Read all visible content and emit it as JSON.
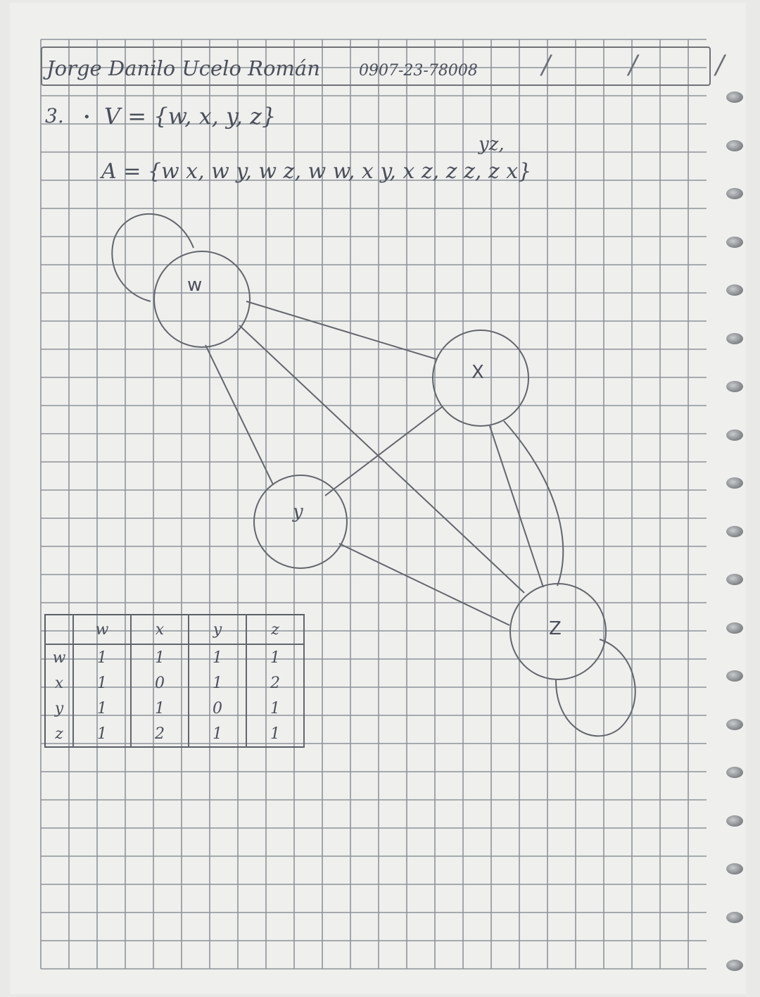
{
  "header": {
    "name": "Jorge Danilo Ucelo Román",
    "id": "0907-23-78008",
    "slashes": "/ / /"
  },
  "exercise": {
    "number": "3.",
    "bullet": "•",
    "vertices_line": "V = {w, x, y, z}",
    "edges_insert": "yz,",
    "edges_line": "A = {w x, w y, w z, w w, x y, x z, z z, z x}"
  },
  "graph": {
    "nodes": [
      {
        "id": "w",
        "label": "w"
      },
      {
        "id": "x",
        "label": "X"
      },
      {
        "id": "y",
        "label": "y"
      },
      {
        "id": "z",
        "label": "Z"
      }
    ],
    "edges": [
      [
        "w",
        "x"
      ],
      [
        "w",
        "y"
      ],
      [
        "w",
        "z"
      ],
      [
        "w",
        "w"
      ],
      [
        "x",
        "y"
      ],
      [
        "x",
        "z"
      ],
      [
        "x",
        "z"
      ],
      [
        "y",
        "z"
      ],
      [
        "z",
        "z"
      ]
    ]
  },
  "matrix": {
    "columns": [
      "w",
      "x",
      "y",
      "z"
    ],
    "rows": [
      {
        "label": "w",
        "cells": [
          "1",
          "1",
          "1",
          "1"
        ]
      },
      {
        "label": "x",
        "cells": [
          "1",
          "0",
          "1",
          "2"
        ]
      },
      {
        "label": "y",
        "cells": [
          "1",
          "1",
          "0",
          "1"
        ]
      },
      {
        "label": "z",
        "cells": [
          "1",
          "2",
          "1",
          "1"
        ]
      }
    ]
  },
  "colors": {
    "paper": "#efefed",
    "grid": "#8a8f96",
    "ink": "#4a4f5a"
  }
}
